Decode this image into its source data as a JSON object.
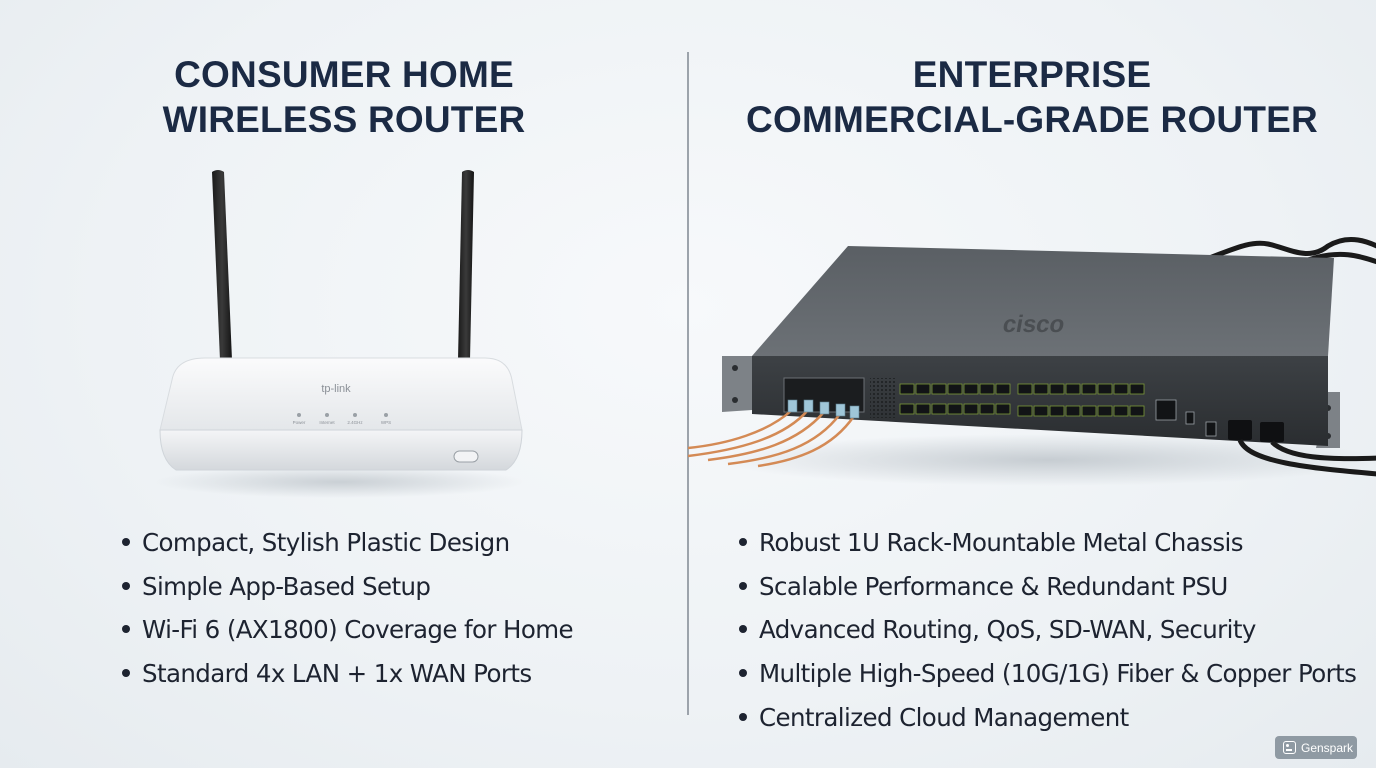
{
  "left": {
    "title": [
      "CONSUMER HOME",
      "WIRELESS ROUTER"
    ],
    "brand": "tp-link",
    "led_labels": [
      "Power",
      "Internet",
      "2.4GHz",
      "WPS"
    ],
    "features": [
      "Compact, Stylish Plastic Design",
      "Simple App-Based Setup",
      "Wi-Fi 6 (AX1800) Coverage for Home",
      "Standard 4x LAN + 1x WAN Ports"
    ]
  },
  "right": {
    "title": [
      "ENTERPRISE",
      "COMMERCIAL-GRADE ROUTER"
    ],
    "brand": "cisco",
    "features": [
      "Robust 1U Rack-Mountable Metal Chassis",
      "Scalable Performance & Redundant PSU",
      "Advanced Routing, QoS, SD-WAN, Security",
      "Multiple High-Speed (10G/1G) Fiber & Copper Ports",
      "Centralized Cloud Management"
    ]
  },
  "watermark": "Genspark",
  "icons": {
    "router_image": "consumer-router-icon",
    "switch_image": "enterprise-router-icon",
    "watermark_icon": "genspark-logo-icon"
  },
  "colors": {
    "title": "#1b2a44",
    "text": "#1d2330",
    "background": "#eef2f5",
    "divider": "#9ca3ab"
  }
}
